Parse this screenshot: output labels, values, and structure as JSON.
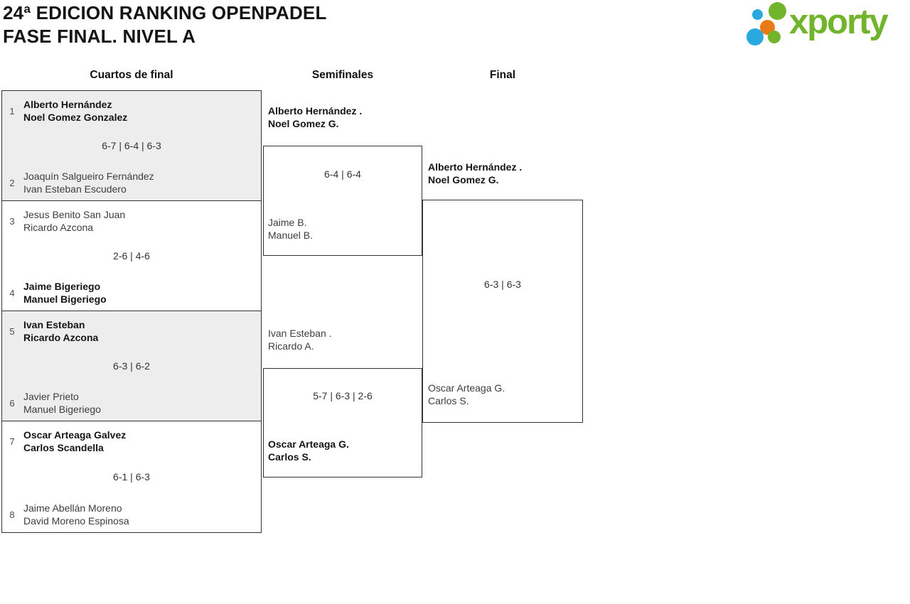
{
  "header": {
    "title_line1": "24ª EDICION RANKING OPENPADEL",
    "title_line2": "FASE FINAL. NIVEL A"
  },
  "logo": {
    "text": "xporty"
  },
  "round_labels": {
    "quarterfinals": "Cuartos de final",
    "semifinals": "Semifinales",
    "final": "Final"
  },
  "bracket": {
    "quarterfinals": [
      {
        "seed_top": "1",
        "team_top_line1": "Alberto Hernández",
        "team_top_line2": "Noel Gomez Gonzalez",
        "score": "6-7 | 6-4 | 6-3",
        "seed_bottom": "2",
        "team_bottom_line1": "Joaquín Salgueiro Fernández",
        "team_bottom_line2": "Ivan Esteban Escudero",
        "winner": "top"
      },
      {
        "seed_top": "3",
        "team_top_line1": "Jesus Benito San Juan",
        "team_top_line2": "Ricardo Azcona",
        "score": "2-6 | 4-6",
        "seed_bottom": "4",
        "team_bottom_line1": "Jaime Bigeriego",
        "team_bottom_line2": "Manuel Bigeriego",
        "winner": "bottom"
      },
      {
        "seed_top": "5",
        "team_top_line1": "Ivan Esteban",
        "team_top_line2": "Ricardo Azcona",
        "score": "6-3 | 6-2",
        "seed_bottom": "6",
        "team_bottom_line1": "Javier Prieto",
        "team_bottom_line2": "Manuel Bigeriego",
        "winner": "top"
      },
      {
        "seed_top": "7",
        "team_top_line1": "Oscar Arteaga Galvez",
        "team_top_line2": "Carlos Scandella",
        "score": "6-1 | 6-3",
        "seed_bottom": "8",
        "team_bottom_line1": "Jaime Abellán Moreno",
        "team_bottom_line2": "David Moreno Espinosa",
        "winner": "bottom"
      }
    ],
    "semifinals": [
      {
        "team_top_line1": "Alberto Hernández .",
        "team_top_line2": "Noel Gomez G.",
        "score": "6-4 | 6-4",
        "team_bottom_line1": "Jaime B.",
        "team_bottom_line2": "Manuel B.",
        "winner": "top"
      },
      {
        "team_top_line1": "Ivan Esteban .",
        "team_top_line2": "Ricardo A.",
        "score": "5-7 | 6-3 | 2-6",
        "team_bottom_line1": "Oscar Arteaga G.",
        "team_bottom_line2": "Carlos S.",
        "winner": "bottom"
      }
    ],
    "final": {
      "team_top_line1": "Alberto Hernández .",
      "team_top_line2": "Noel Gomez G.",
      "score": "6-3 | 6-3",
      "team_bottom_line1": "Oscar Arteaga G.",
      "team_bottom_line2": "Carlos S.",
      "winner": "top"
    }
  },
  "colors": {
    "logo_green": "#72b42c",
    "logo_blue": "#2aa9e0",
    "logo_orange": "#e87b16",
    "box_border": "#333333",
    "box_gray_bg": "#ededed"
  }
}
